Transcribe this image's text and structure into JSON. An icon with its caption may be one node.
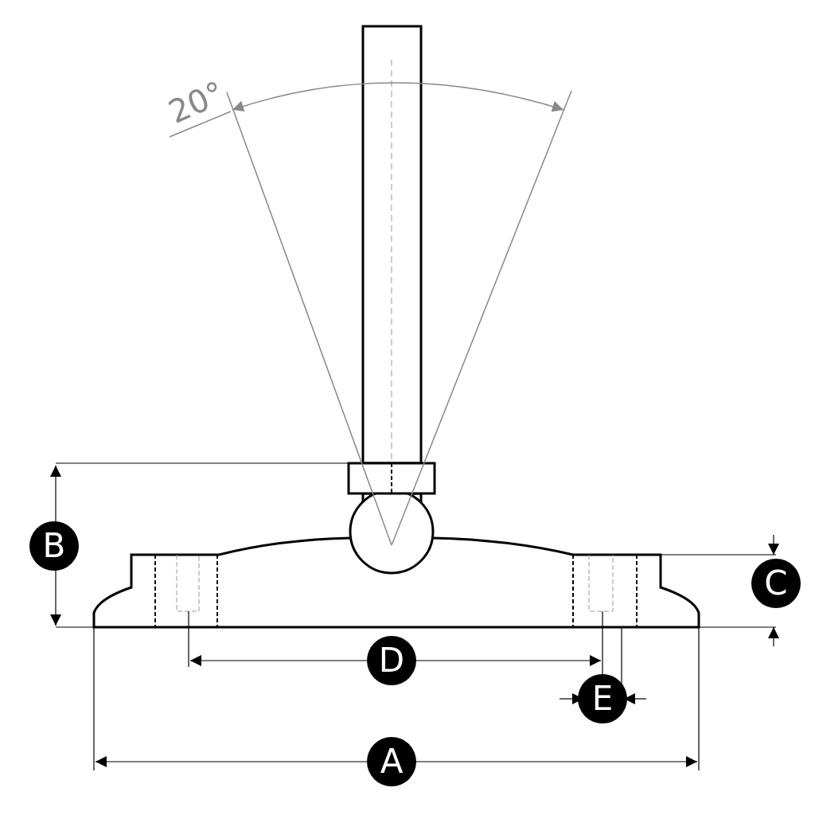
{
  "diagram": {
    "labels": [
      "20°",
      "B",
      "C",
      "D",
      "E",
      "A"
    ]
  }
}
